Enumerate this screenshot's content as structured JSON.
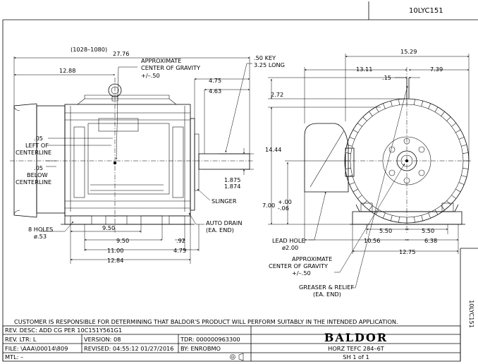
{
  "drawing_number": "10LYC151",
  "side_drawing_number": "10LYC151",
  "left_view": {
    "overall_length_metric": "(1028–1080)",
    "overall_length": "27.76",
    "cg_to_rear": "12.88",
    "cg_label_1": "APPROXIMATE",
    "cg_label_2": "CENTER OF GRAVITY",
    "cg_label_3": "+/–.50",
    "shaft_extension": "4.75",
    "key_length_dim": "4.63",
    "key_label_1": ".50 KEY",
    "key_label_2": "3.25 LONG",
    "cg_offset_1_value": ".05",
    "cg_offset_1_label_a": "LEFT OF",
    "cg_offset_1_label_b": "CENTERLINE",
    "cg_offset_2_value": ".05",
    "cg_offset_2_label_a": "BELOW",
    "cg_offset_2_label_b": "CENTERLINE",
    "shaft_dia_1": "1.875",
    "shaft_dia_2": "1.874",
    "slinger_label": "SLINGER",
    "auto_drain_1": "AUTO DRAIN",
    "auto_drain_2": "(EA. END)",
    "holes_label_1": "8 HOLES",
    "holes_label_2": "ø.53",
    "foot_hole_spacing_1": "9.50",
    "foot_hole_spacing_2": "9.50",
    "foot_length": "11.00",
    "foot_overall": "12.84",
    "foot_end_offset": ".92",
    "foot_to_shoulder": "4.75"
  },
  "right_view": {
    "overall_width": "15.29",
    "left_to_center": "13.11",
    "center_to_right": "7.39",
    "small_offset": ".15",
    "top_offset": "2.72",
    "overall_height": "14.44",
    "shaft_height_value": "7.00",
    "shaft_height_tol_plus": "+.00",
    "shaft_height_tol_minus": "-.06",
    "lead_hole_1": "LEAD HOLE",
    "lead_hole_2": "ø2.00",
    "half_foot_left": "5.50",
    "half_foot_right": "5.50",
    "box_to_center": "10.56",
    "center_to_foot_edge": "6.38",
    "foot_width": "12.75",
    "cg_label_1": "APPROXIMATE",
    "cg_label_2": "CENTER OF GRAVITY",
    "cg_label_3": "+/–.50",
    "greaser_1": "GREASER & RELIEF",
    "greaser_2": "(EA. END)"
  },
  "disclaimer": "CUSTOMER IS RESPONSIBLE FOR DETERMINING THAT BALDOR'S PRODUCT WILL PERFORM SUITABLY IN THE INTENDED APPLICATION.",
  "title_block": {
    "rev_desc": "REV. DESC:  ADD CG PER 10C151Y561G1",
    "rev_ltr": "REV. LTR:  L",
    "version": "VERSION: 08",
    "tdr": "TDR: 000000963300",
    "file": "FILE: \\AAA\\00014\\809",
    "revised": "REVISED: 04:55:12  01/27/2016",
    "by": "BY: ENROBMO",
    "mtl": "MTL: –",
    "brand": "BALDOR",
    "description": "HORZ TEFC 284–6T",
    "sheet": "SH 1 of 1"
  }
}
